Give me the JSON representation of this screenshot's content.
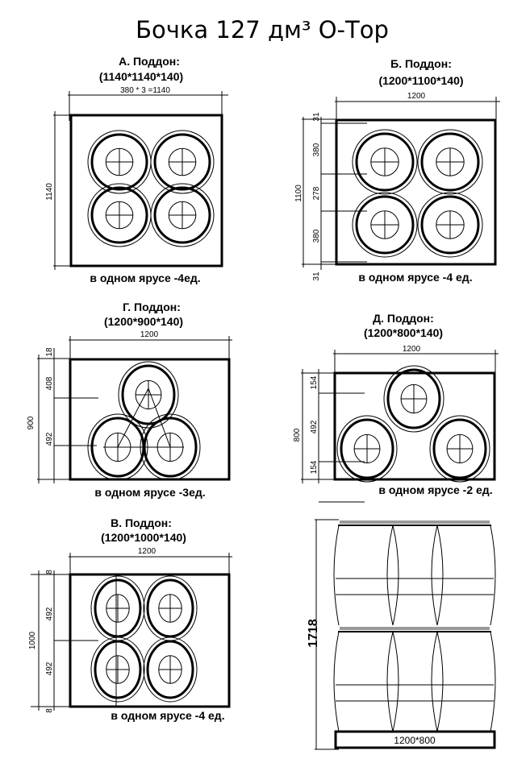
{
  "title": "Бочка 127 дм³ О-Тор",
  "panels": {
    "a": {
      "title": "А. Поддон:",
      "size": "(1140*1140*140)",
      "top_dim": "380 * 3 =1140",
      "side_dims": [
        "1140"
      ],
      "caption": "в одном ярусе -4ед."
    },
    "b": {
      "title": "Б. Поддон:",
      "size": "(1200*1100*140)",
      "top_dim": "1200",
      "side_dims": [
        "1100",
        "31",
        "380",
        "278",
        "380",
        "31"
      ],
      "caption": "в одном ярусе -4 ед."
    },
    "g": {
      "title": "Г. Поддон:",
      "size": "(1200*900*140)",
      "top_dim": "1200",
      "side_dims": [
        "900",
        "18",
        "408",
        "492"
      ],
      "caption": "в одном ярусе -3ед."
    },
    "d": {
      "title": "Д. Поддон:",
      "size": "(1200*800*140)",
      "top_dim": "1200",
      "side_dims": [
        "800",
        "154",
        "492",
        "154"
      ],
      "caption": "в одном ярусе -2 ед."
    },
    "v": {
      "title": "В. Поддон:",
      "size": "(1200*1000*140)",
      "top_dim": "1200",
      "side_dims": [
        "1000",
        "8",
        "492",
        "492",
        "8"
      ],
      "caption": "в одном ярусе -4 ед."
    }
  },
  "stack": {
    "height_dim": "1718",
    "pallet_label": "1200*800",
    "tiers": 2
  }
}
